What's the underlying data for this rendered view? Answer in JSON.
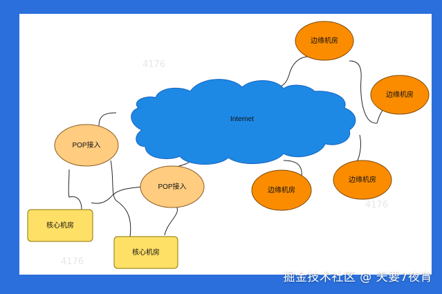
{
  "diagram": {
    "cloud_label": "Internet",
    "edge_rooms": [
      "边缘机房",
      "边缘机房",
      "边缘机房",
      "边缘机房"
    ],
    "pop_labels": [
      "POP接入",
      "POP接入"
    ],
    "core_labels": [
      "核心机房",
      "核心机房"
    ],
    "watermarks": [
      "4176",
      "4176",
      "4176"
    ]
  },
  "footer": {
    "text": "掘金技术社区 @ 天要7夜宵"
  },
  "colors": {
    "frame": "#2a6fdb",
    "cloud": "#1e88e5",
    "edge_room": "#fb8c00",
    "pop": "#ffcc80",
    "core": "#ffe066"
  }
}
